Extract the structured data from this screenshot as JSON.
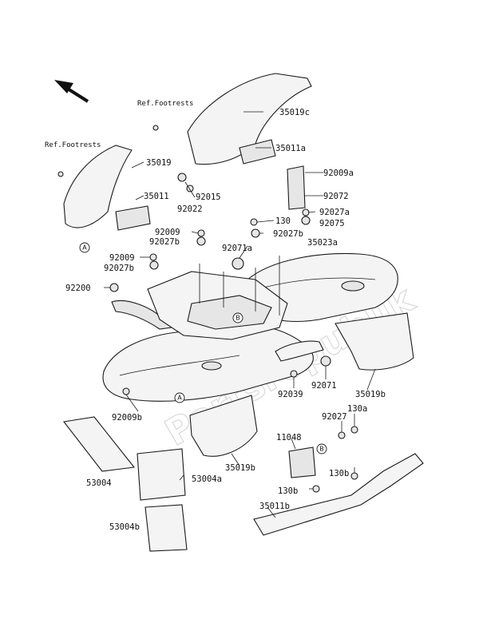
{
  "labels": {
    "ref_footrests_1": "Ref.Footrests",
    "ref_footrests_2": "Ref.Footrests",
    "p35019c": "35019c",
    "p35011a": "35011a",
    "p35019": "35019",
    "p35011": "35011",
    "p92015": "92015",
    "p92022": "92022",
    "p92009a": "92009a",
    "p92072": "92072",
    "p92027a": "92027a",
    "p92075": "92075",
    "p35023a": "35023a",
    "p130": "130",
    "p92027b_1": "92027b",
    "p92009_1": "92009",
    "p92027b_2": "92027b",
    "p92071a": "92071a",
    "p92009_2": "92009",
    "p92027b_3": "92027b",
    "p92200": "92200",
    "p92039": "92039",
    "p92071": "92071",
    "p35019b_1": "35019b",
    "p92009b": "92009b",
    "p92027": "92027",
    "p130a": "130a",
    "p11048": "11048",
    "p35019b_2": "35019b",
    "p53004": "53004",
    "p53004a": "53004a",
    "p130b_1": "130b",
    "p130b_2": "130b",
    "p35011b": "35011b",
    "p53004b": "53004b"
  },
  "callouts": {
    "a1": "A",
    "a2": "A",
    "b1": "B",
    "b2": "B"
  },
  "watermark": "Partsrepublik"
}
